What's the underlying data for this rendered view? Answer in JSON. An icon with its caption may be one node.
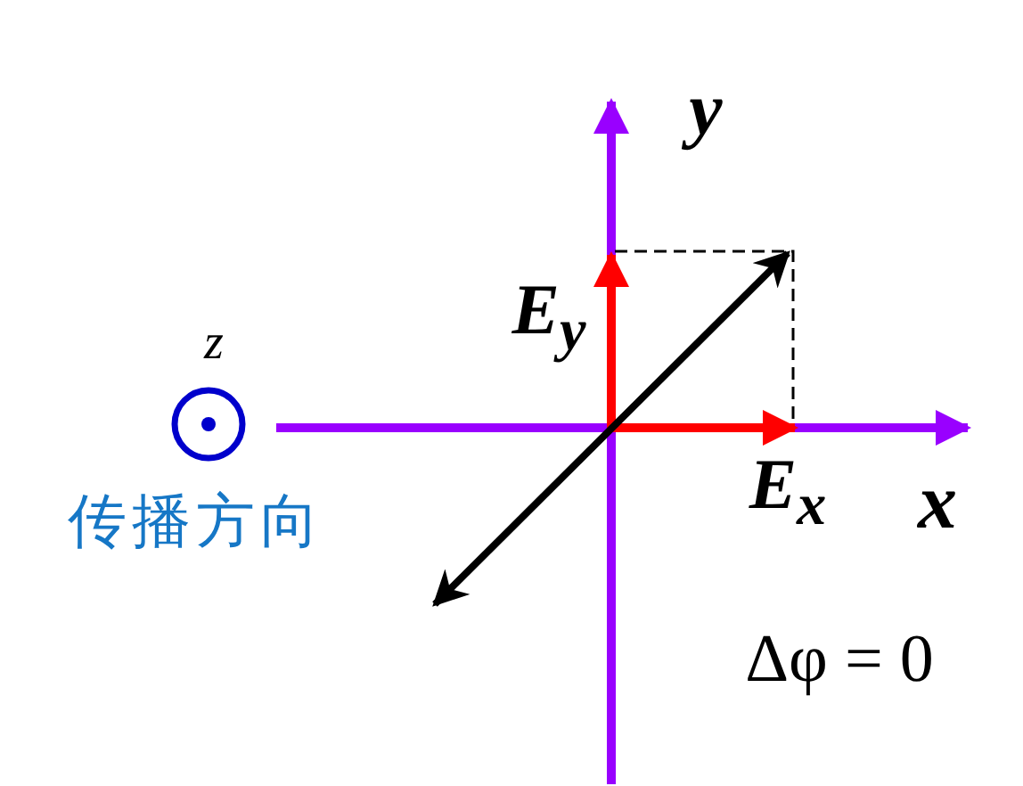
{
  "diagram": {
    "labels": [
      "y",
      "E$_{y}$",
      "z",
      "传播方向",
      "E$_{x}$",
      "x",
      "Δφ = 0"
    ]
  }
}
